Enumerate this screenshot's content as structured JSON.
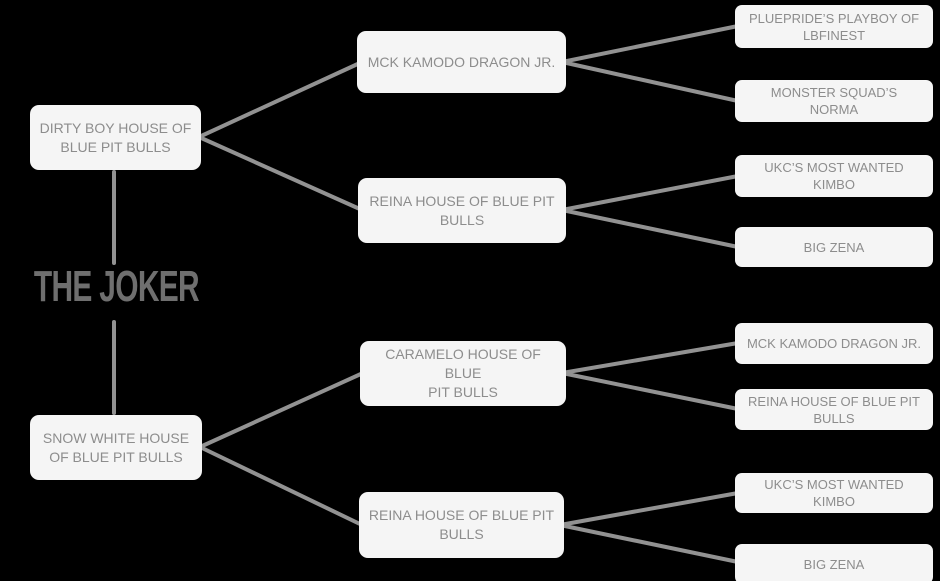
{
  "diagram": {
    "type": "pedigree-tree",
    "generations": 3
  },
  "nodes": {
    "subject": "THE JOKER",
    "sire": "DIRTY BOY HOUSE OF\nBLUE PIT BULLS",
    "dam": "SNOW WHITE HOUSE\nOF BLUE PIT BULLS",
    "sire_sire": "MCK KAMODO DRAGON JR.",
    "sire_dam": "REINA HOUSE OF BLUE PIT\nBULLS",
    "dam_sire": "CARAMELO HOUSE OF BLUE\nPIT BULLS",
    "dam_dam": "REINA HOUSE OF BLUE PIT\nBULLS",
    "sire_sire_sire": "PLUEPRIDE’S PLAYBOY OF\nLBFINEST",
    "sire_sire_dam": "MONSTER SQUAD’S\nNORMA",
    "sire_dam_sire": "UKC’S MOST WANTED\nKIMBO",
    "sire_dam_dam": "BIG ZENA",
    "dam_sire_sire": "MCK KAMODO DRAGON JR.",
    "dam_sire_dam": "REINA HOUSE OF BLUE PIT\nBULLS",
    "dam_dam_sire": "UKC’S MOST WANTED\nKIMBO",
    "dam_dam_dam": "BIG ZENA"
  },
  "colors": {
    "background": "#000000",
    "node_fill": "#f5f5f5",
    "node_text": "#8d8d8d",
    "connector": "#929292",
    "subject_text": "#6f6f6f"
  }
}
